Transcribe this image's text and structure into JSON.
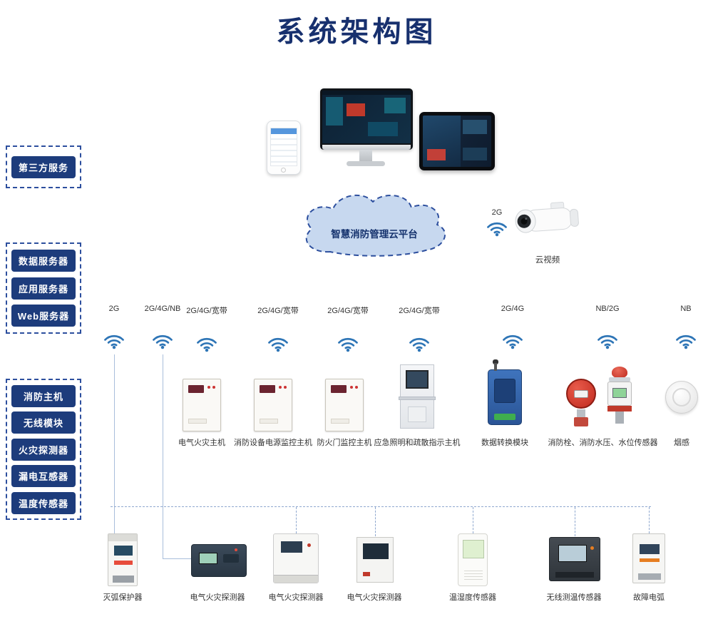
{
  "title": "系统架构图",
  "colors": {
    "title_navy": "#17306e",
    "group_box_navy": "#1d3c7c",
    "dashed_border_navy": "#2d4f9e",
    "wifi_blue": "#2e75b6",
    "cloud_fill": "#c7d8ef",
    "label_text": "#333333"
  },
  "left_panel": {
    "third_party_group": [
      "第三方服务"
    ],
    "server_group": [
      "数据服务器",
      "应用服务器",
      "Web服务器"
    ],
    "device_group": [
      "消防主机",
      "无线模块",
      "火灾探测器",
      "漏电互感器",
      "温度传感器"
    ]
  },
  "cloud": {
    "label": "智慧消防管理云平台"
  },
  "camera": {
    "network": "2G",
    "caption": "云视频"
  },
  "network_columns": [
    "2G",
    "2G/4G/NB",
    "2G/4G/宽带",
    "2G/4G/宽带",
    "2G/4G/宽带",
    "2G/4G/宽带",
    "2G/4G",
    "NB/2G",
    "NB"
  ],
  "middle_devices": [
    "电气火灾主机",
    "消防设备电源监控主机",
    "防火门监控主机",
    "应急照明和疏散指示主机",
    "数据转换模块",
    "消防栓、消防水压、水位传感器",
    "烟感"
  ],
  "bottom_devices": [
    "灭弧保护器",
    "电气火灾探测器",
    "电气火灾探测器",
    "电气火灾探测器",
    "温湿度传感器",
    "无线测温传感器",
    "故障电弧"
  ],
  "icons": {
    "wifi": "wifi-signal-icon"
  }
}
